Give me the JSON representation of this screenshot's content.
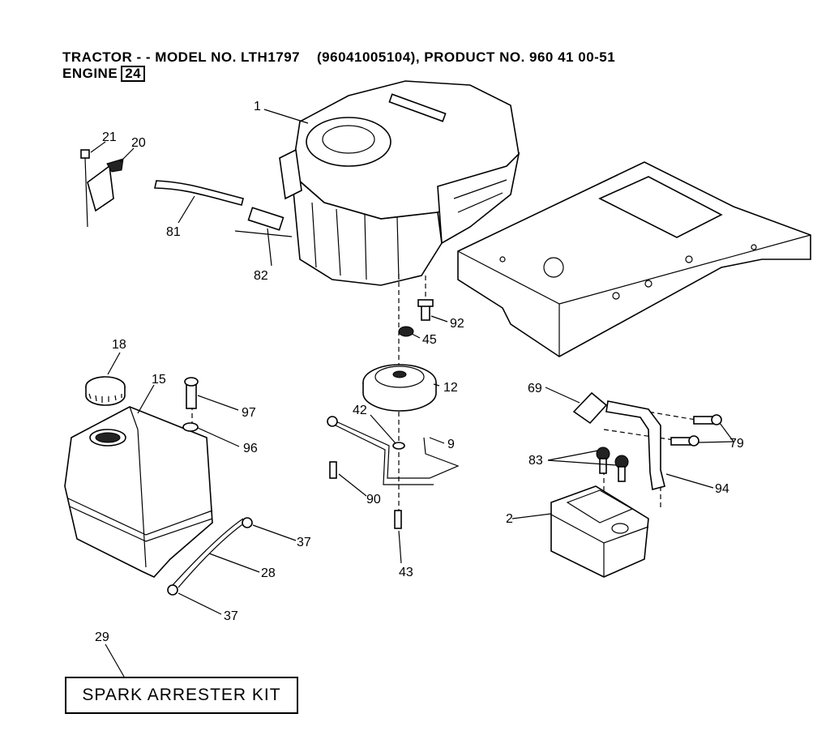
{
  "header": {
    "line1": "TRACTOR - - MODEL NO. LTH1797    (96041005104), PRODUCT NO. 960 41 00-51",
    "engine_label": "ENGINE",
    "engine_box": "24"
  },
  "callouts": {
    "p1": "1",
    "p21": "21",
    "p20": "20",
    "p81": "81",
    "p82": "82",
    "p92": "92",
    "p45": "45",
    "p12": "12",
    "p18": "18",
    "p15": "15",
    "p97": "97",
    "p96": "96",
    "p42": "42",
    "p9": "9",
    "p90": "90",
    "p43": "43",
    "p37a": "37",
    "p28": "28",
    "p37b": "37",
    "p69": "69",
    "p79": "79",
    "p83": "83",
    "p94": "94",
    "p2": "2",
    "p29": "29"
  },
  "kit_label": "SPARK ARRESTER KIT"
}
